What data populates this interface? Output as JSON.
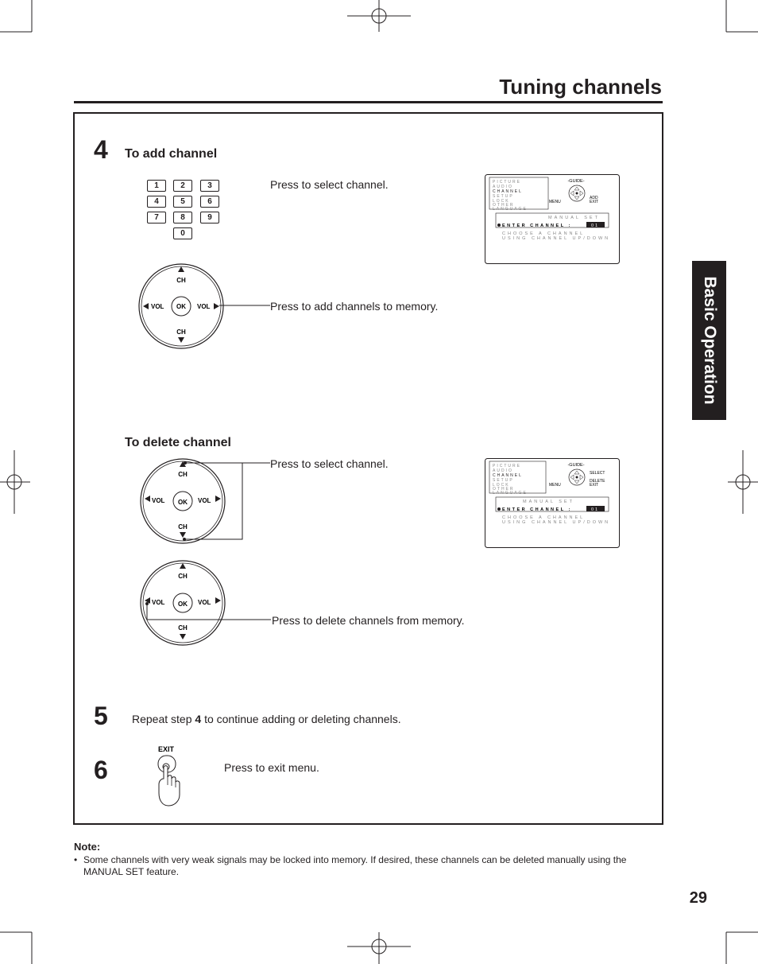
{
  "header": {
    "title": "Tuning channels"
  },
  "side_tab": {
    "label": "Basic Operation"
  },
  "step4": {
    "number": "4",
    "add_heading": "To add channel",
    "delete_heading": "To delete channel",
    "press_select": "Press to select channel.",
    "press_add": "Press to add channels to memory.",
    "press_delete": "Press to delete channels from memory."
  },
  "keypad": {
    "keys": [
      "1",
      "2",
      "3",
      "4",
      "5",
      "6",
      "7",
      "8",
      "9",
      "0"
    ]
  },
  "remote_labels": {
    "ch": "CH",
    "vol": "VOL",
    "ok": "OK"
  },
  "screen_add": {
    "menu_items": [
      "PICTURE",
      "AUDIO",
      "CHANNEL",
      "SETUP",
      "LOCK",
      "OTHER",
      "LANGUAGE"
    ],
    "guide": "-GUIDE-",
    "menu": "MENU",
    "action": "ADD",
    "exit": "EXIT",
    "manual_set": "MANUAL SET",
    "enter_channel": "ENTER CHANNEL :",
    "channel_value": "01",
    "hint1": "CHOOSE A CHANNEL",
    "hint2": "USING CHANNEL UP/DOWN"
  },
  "screen_delete": {
    "menu_items": [
      "PICTURE",
      "AUDIO",
      "CHANNEL",
      "SETUP",
      "LOCK",
      "OTHER",
      "LANGUAGE"
    ],
    "guide": "-GUIDE-",
    "menu": "MENU",
    "select": "SELECT",
    "action": "DELETE",
    "exit": "EXIT",
    "manual_set": "MANUAL SET",
    "enter_channel": "ENTER CHANNEL :",
    "channel_value": "01",
    "hint1": "CHOOSE A CHANNEL",
    "hint2": "USING CHANNEL UP/DOWN"
  },
  "step5": {
    "number": "5",
    "text_pre": "Repeat step ",
    "text_bold": "4",
    "text_post": " to continue adding or deleting channels."
  },
  "step6": {
    "number": "6",
    "exit_label": "EXIT",
    "text": "Press to exit menu."
  },
  "note": {
    "heading": "Note:",
    "bullet": "•",
    "text": "Some channels with very weak signals may be locked into memory. If desired, these channels can be deleted manually using the MANUAL SET feature."
  },
  "page_number": "29"
}
